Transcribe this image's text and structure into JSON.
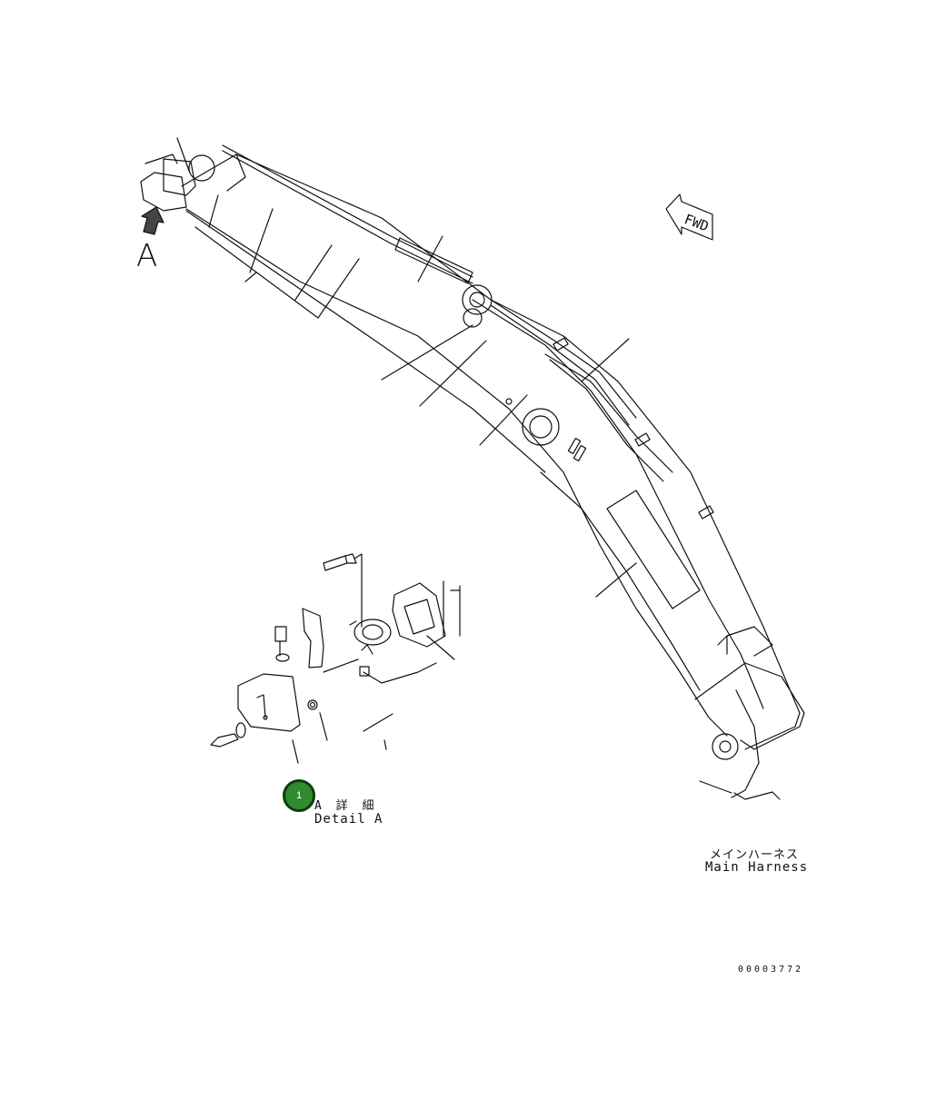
{
  "labels": {
    "view_marker": "A",
    "fwd": "FWD",
    "detail_jp": "A 詳 細",
    "detail_en": "Detail A",
    "harness_jp": "メインハーネス",
    "harness_en": "Main Harness",
    "drawing_number": "00003772"
  },
  "callouts": [
    {
      "number": "1",
      "color": "#2e8b2e"
    }
  ]
}
